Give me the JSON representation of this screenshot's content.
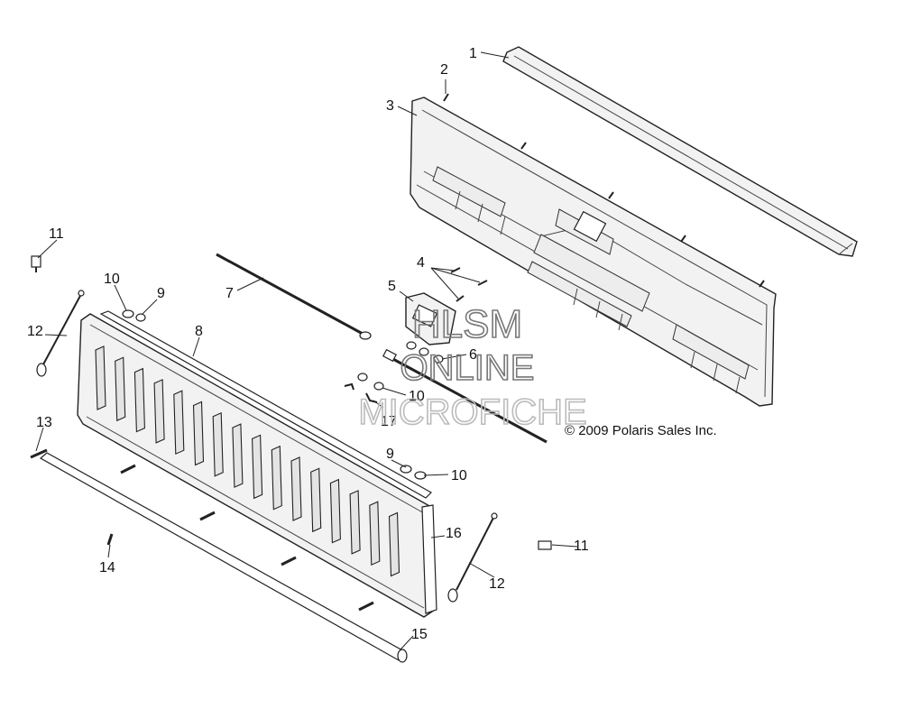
{
  "copyright": "© 2009 Polaris Sales Inc.",
  "watermark": {
    "line1": "HLSM",
    "line2": "ONLINE",
    "line3": "MICROFICHE"
  },
  "callouts": {
    "c1": "1",
    "c2": "2",
    "c3": "3",
    "c4": "4",
    "c5": "5",
    "c6": "6",
    "c7": "7",
    "c8": "8",
    "c9a": "9",
    "c9b": "9",
    "c10a": "10",
    "c10b": "10",
    "c10c": "10",
    "c11a": "11",
    "c11b": "11",
    "c12a": "12",
    "c12b": "12",
    "c13": "13",
    "c14": "14",
    "c15": "15",
    "c16": "16",
    "c17": "17"
  }
}
